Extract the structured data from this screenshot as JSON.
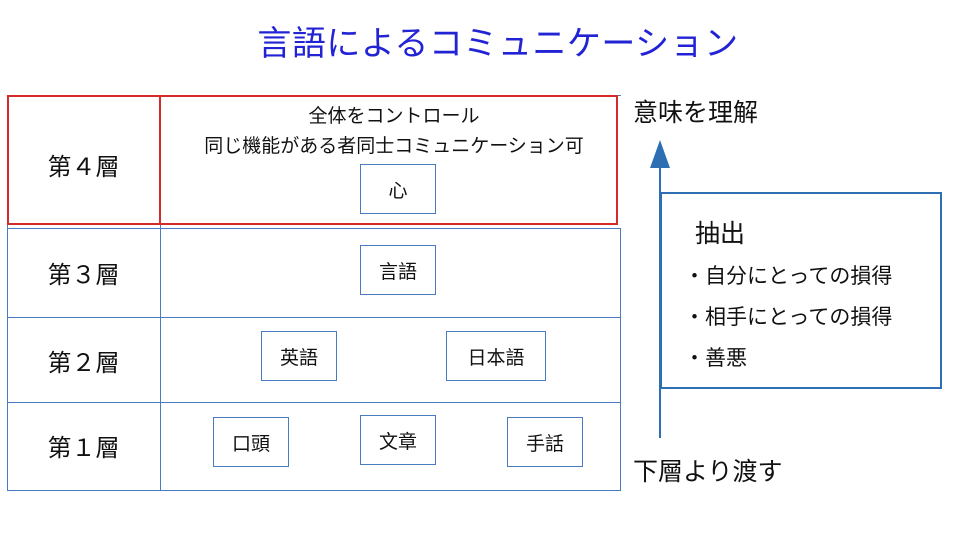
{
  "title": "言語によるコミュニケーション",
  "layers": [
    {
      "label": "第４層",
      "desc_lines": [
        "全体をコントロール",
        "同じ機能がある者同士コミュニケーション可"
      ],
      "boxes": [
        "心"
      ]
    },
    {
      "label": "第３層",
      "boxes": [
        "言語"
      ]
    },
    {
      "label": "第２層",
      "boxes": [
        "英語",
        "日本語"
      ]
    },
    {
      "label": "第１層",
      "boxes": [
        "口頭",
        "文章",
        "手話"
      ]
    }
  ],
  "right": {
    "top_label": "意味を理解",
    "bottom_label": "下層より渡す",
    "extract": {
      "title": "抽出",
      "items": [
        "・自分にとっての損得",
        "・相手にとっての損得",
        "・善悪"
      ]
    }
  },
  "colors": {
    "title": "#2323d6",
    "lines": "#4a7bc0",
    "highlight": "#d42a2a",
    "arrow": "#2e6fb3"
  }
}
